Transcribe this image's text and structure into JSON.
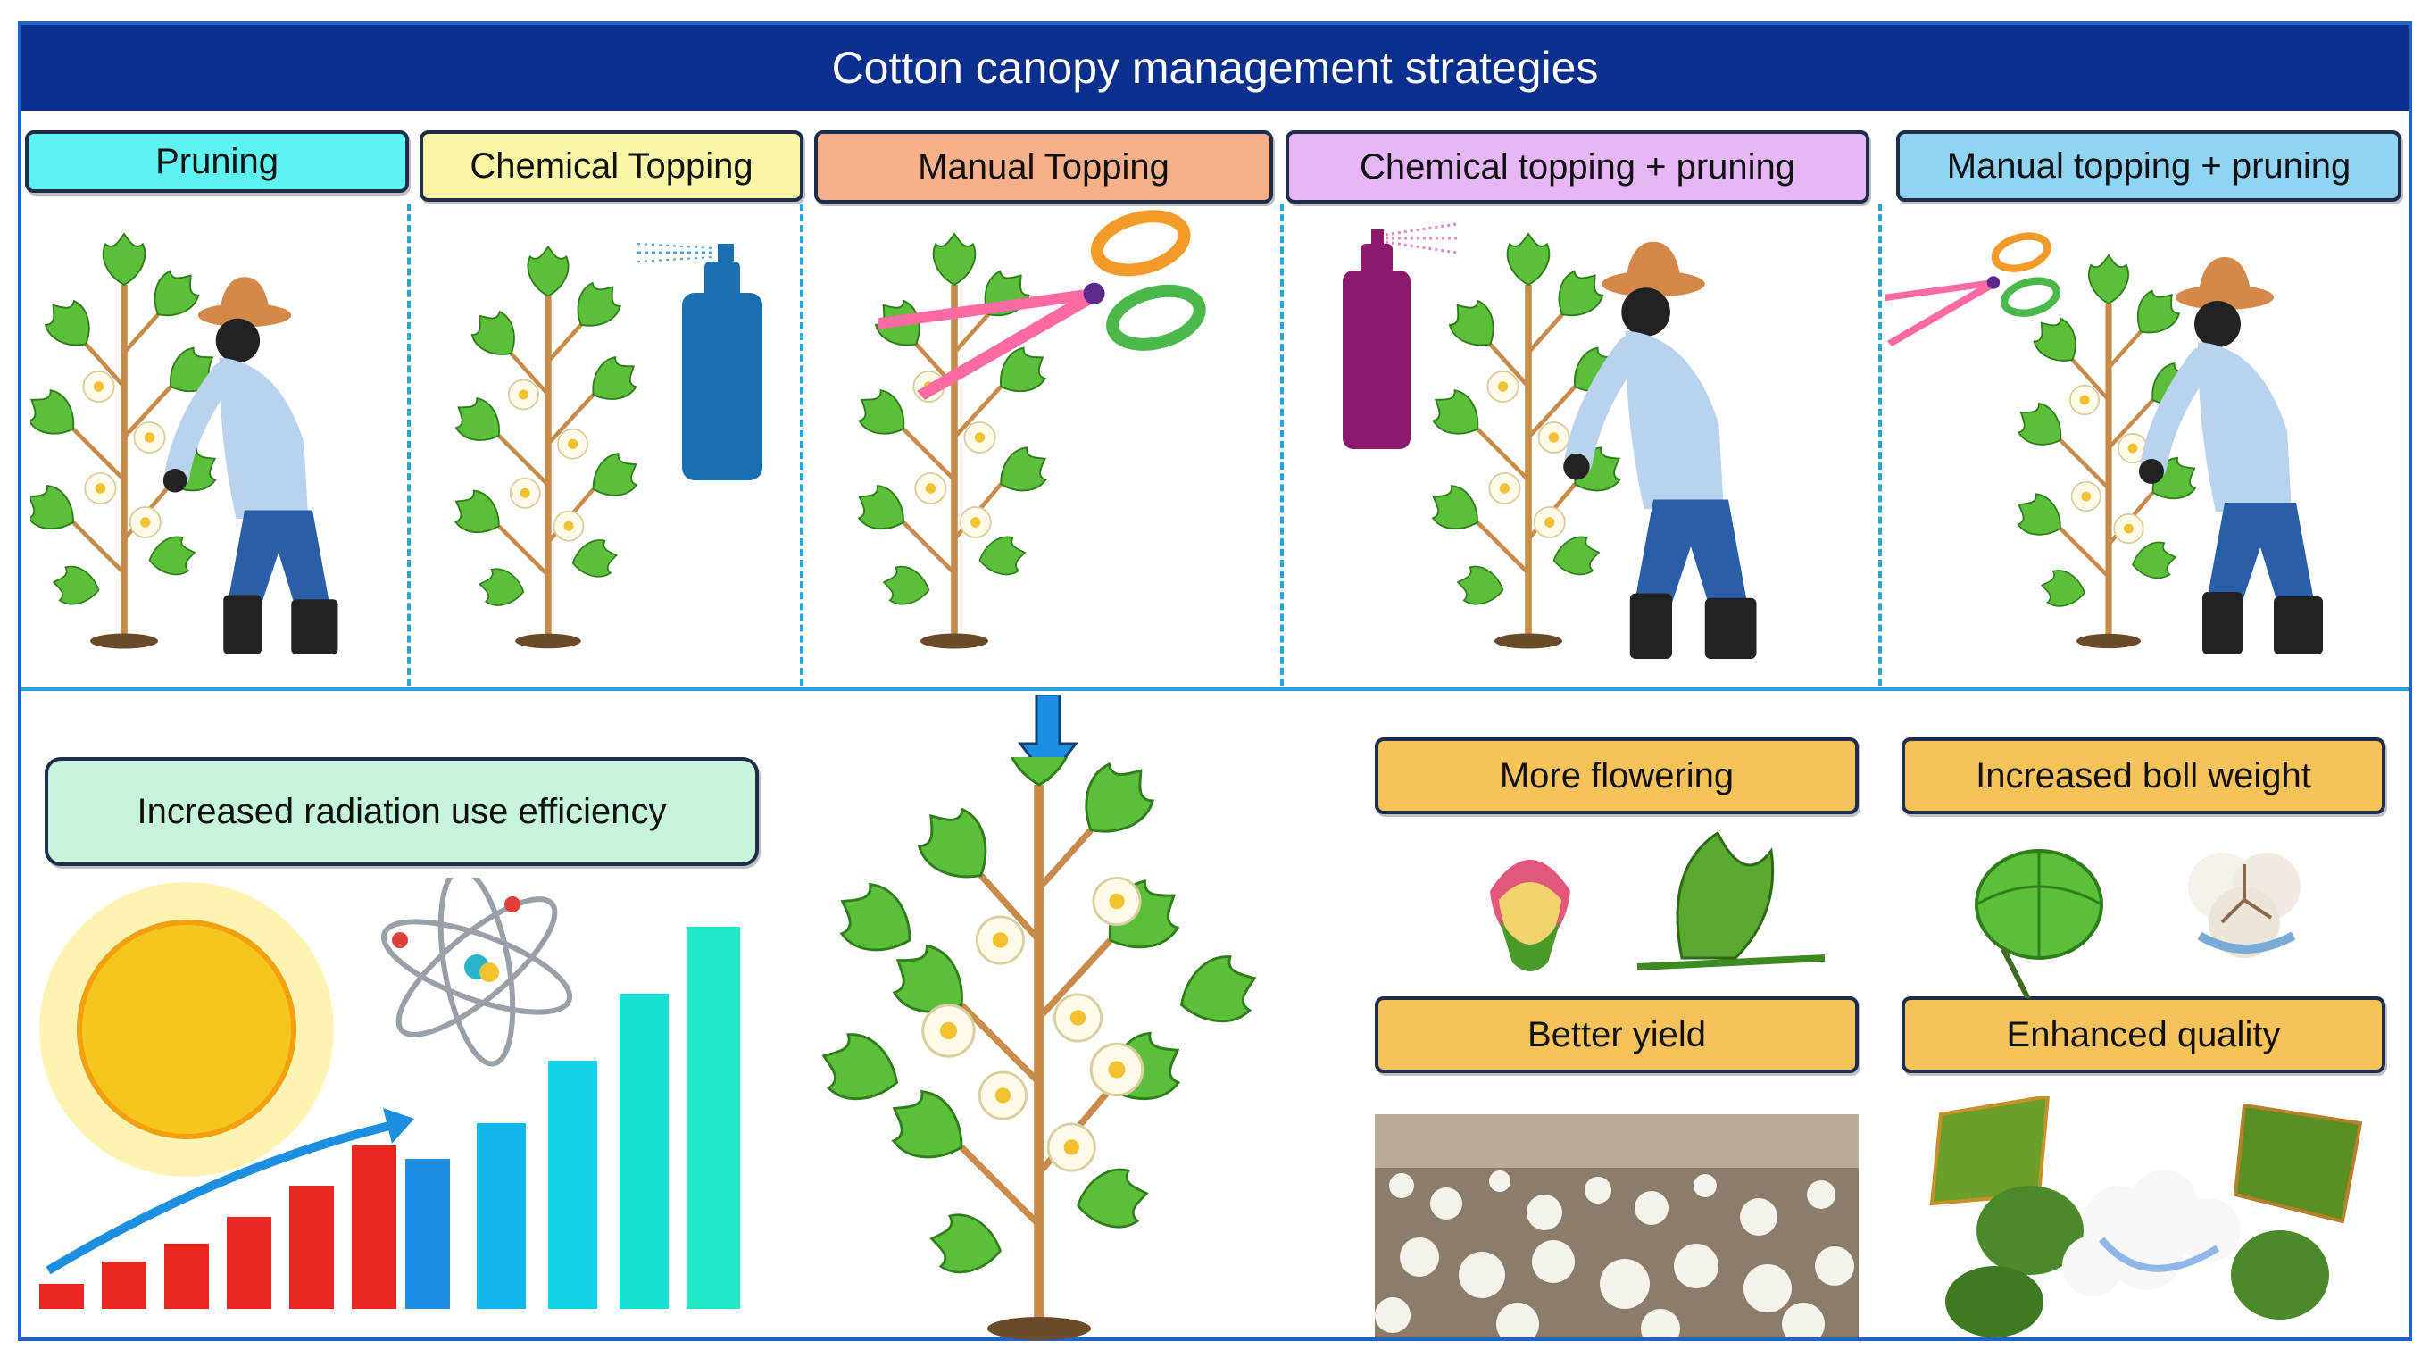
{
  "title": "Cotton canopy management strategies",
  "strategies": [
    {
      "label": "Pruning",
      "color": "#5ff2f2"
    },
    {
      "label": "Chemical Topping",
      "color": "#fbf6a6"
    },
    {
      "label": "Manual Topping",
      "color": "#f6b08a"
    },
    {
      "label": "Chemical topping + pruning",
      "color": "#e6b6f7"
    },
    {
      "label": "Manual topping + pruning",
      "color": "#8fd3f5"
    }
  ],
  "outcomes": {
    "radiation": "Increased radiation use efficiency",
    "flowering": "More flowering",
    "boll_weight": "Increased boll weight",
    "yield": "Better yield",
    "quality": "Enhanced quality"
  },
  "colors": {
    "banner": "#0a2f8c",
    "frame": "#1e63c6",
    "outcome_box": "#f6c25a",
    "rue_box": "#c6f5d9",
    "arrow": "#1b8fe0",
    "leaf": "#5bbf3a",
    "stem": "#c98b4a"
  }
}
